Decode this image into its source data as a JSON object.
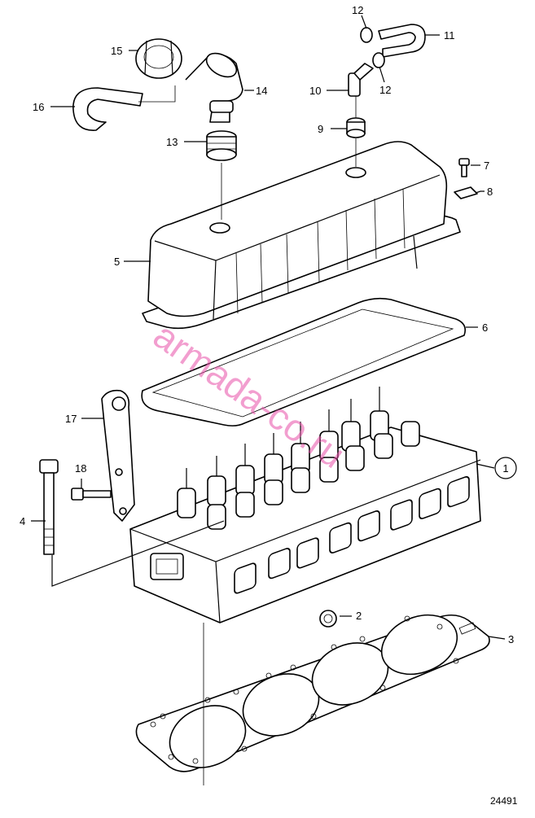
{
  "callouts": {
    "c1": "1",
    "c2": "2",
    "c3": "3",
    "c4": "4",
    "c5": "5",
    "c6": "6",
    "c7": "7",
    "c8": "8",
    "c9": "9",
    "c10": "10",
    "c11": "11",
    "c12a": "12",
    "c12b": "12",
    "c13": "13",
    "c14": "14",
    "c15": "15",
    "c16": "16",
    "c17": "17",
    "c18": "18"
  },
  "watermark": "armada-co.ru",
  "reference_number": "24491",
  "colors": {
    "line": "#000000",
    "watermark": "#e84fa8",
    "background": "#ffffff"
  }
}
